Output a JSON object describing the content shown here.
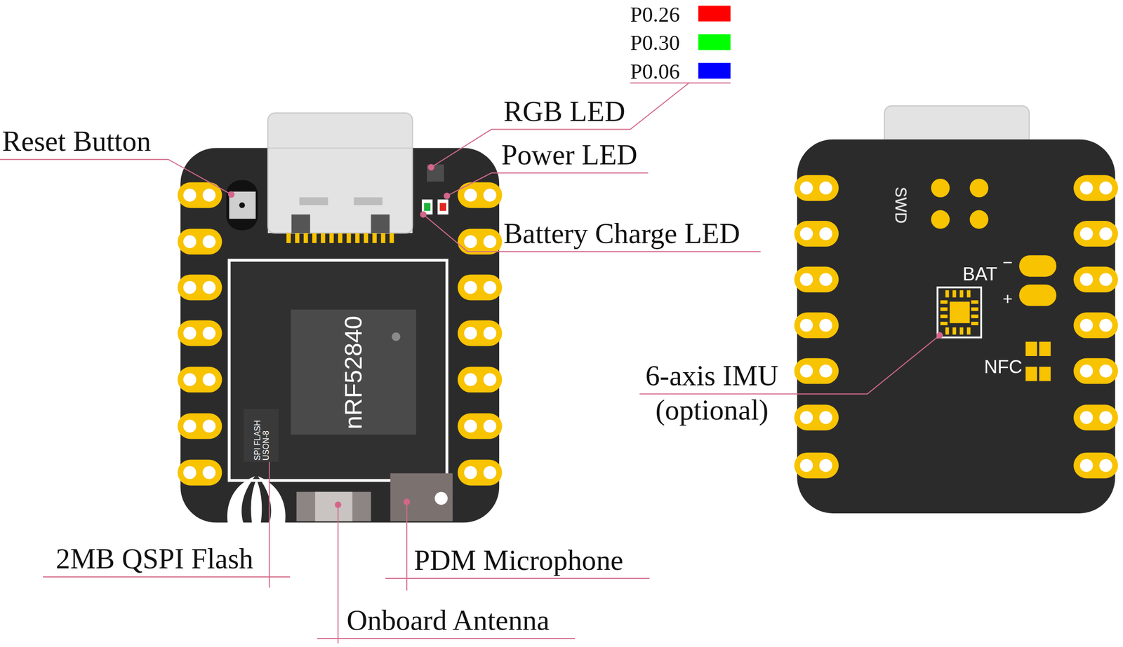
{
  "diagram": {
    "nodes": [
      {
        "text": [
          "nRF52840"
        ]
      },
      {
        "text": [
          "SPI FLASH USON-8"
        ]
      }
    ],
    "labels": [
      "Reset Button",
      "RGB LED",
      "Power LED",
      "Battery Charge LED",
      "2MB QSPI Flash",
      "PDM Microphone",
      "Onboard Antenna",
      "SWD",
      "BAT",
      "−",
      "+",
      "6-axis IMU (optional)",
      "NFC"
    ],
    "legend": [
      {
        "text": "P0.26",
        "color": "#ff0000"
      },
      {
        "text": "P0.30",
        "color": "#00ff00"
      },
      {
        "text": "P0.06",
        "color": "#0000ff"
      }
    ]
  }
}
